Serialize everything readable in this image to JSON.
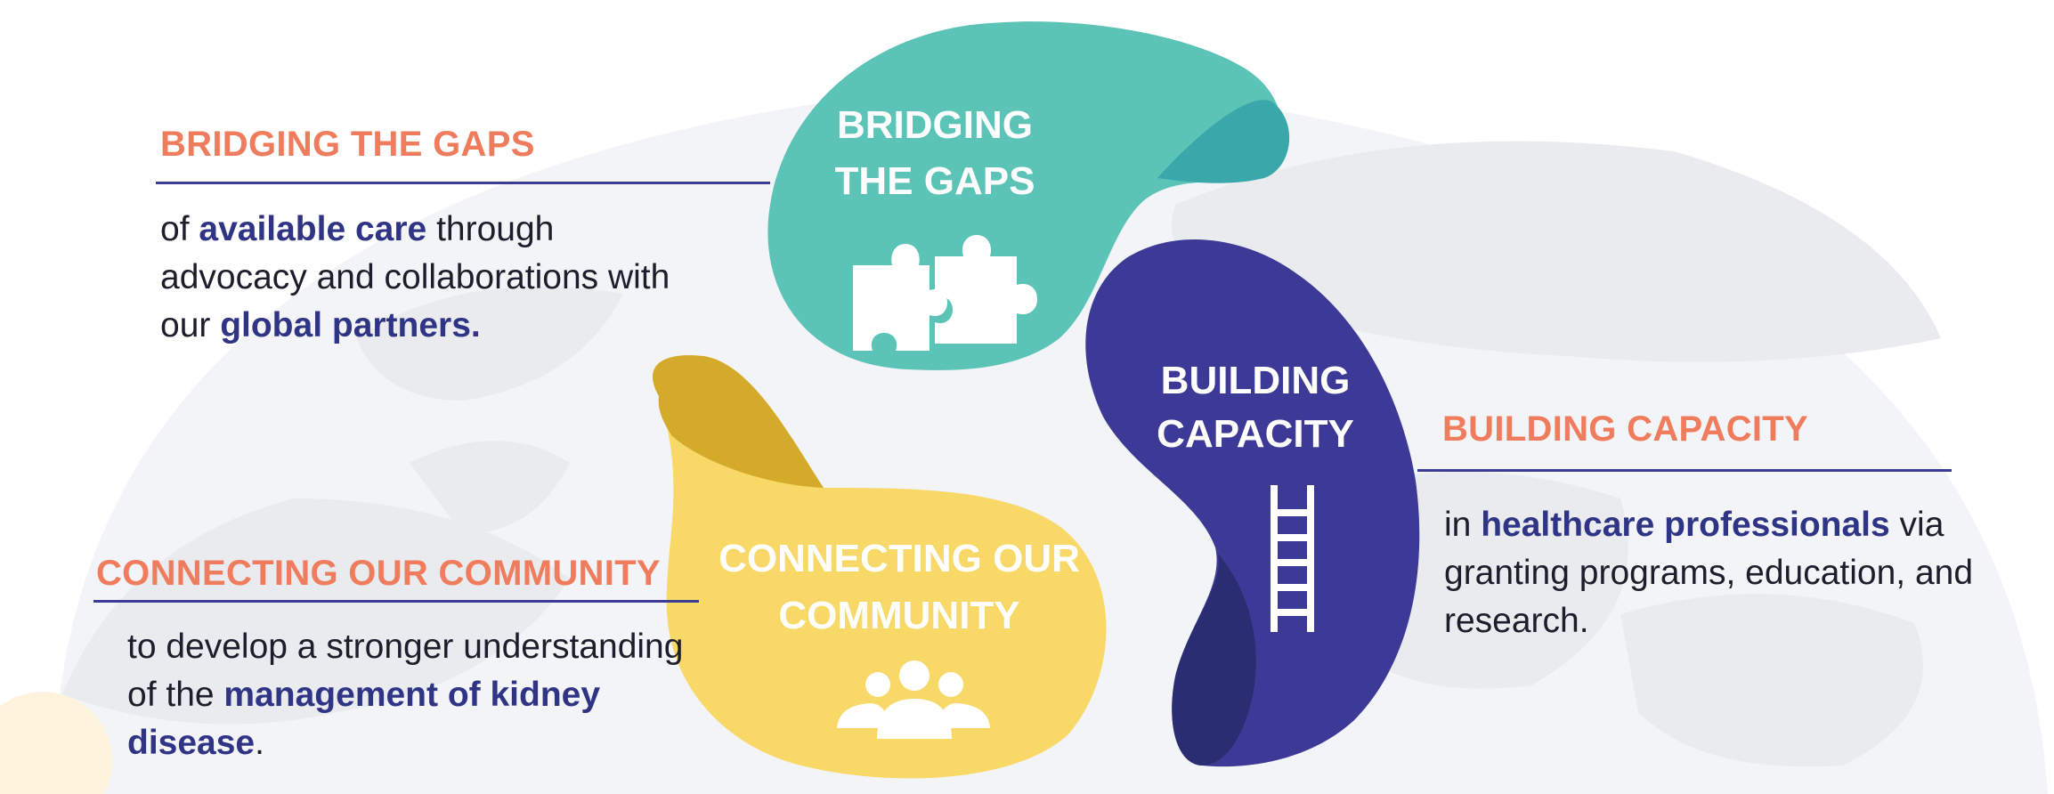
{
  "colors": {
    "heading": "#ef7c5d",
    "emphasis": "#2f3485",
    "rule": "#3b3c96",
    "teal": "#5cc3b7",
    "teal_dark": "#3aa8ab",
    "navy": "#3c3a96",
    "navy_dark": "#2b2d73",
    "yellow": "#f8d866",
    "yellow_dark": "#d4aa2a"
  },
  "bridging": {
    "blob_line1": "BRIDGING",
    "blob_line2": "THE GAPS",
    "icon": "puzzle-icon",
    "heading": "BRIDGING THE GAPS",
    "desc_1": "of ",
    "desc_2": "available care",
    "desc_3": " through advocacy and collaborations with our ",
    "desc_4": "global partners."
  },
  "building": {
    "blob_line1": "BUILDING",
    "blob_line2": "CAPACITY",
    "icon": "ladder-icon",
    "heading": "BUILDING CAPACITY",
    "desc_1": "in ",
    "desc_2": "healthcare professionals",
    "desc_3": " via granting programs, education, and research."
  },
  "connecting": {
    "blob_line1": "CONNECTING OUR",
    "blob_line2": "COMMUNITY",
    "icon": "people-icon",
    "heading": "CONNECTING OUR COMMUNITY",
    "desc_1": "to develop a stronger understanding of the ",
    "desc_2": "management of kidney disease",
    "desc_3": "."
  }
}
